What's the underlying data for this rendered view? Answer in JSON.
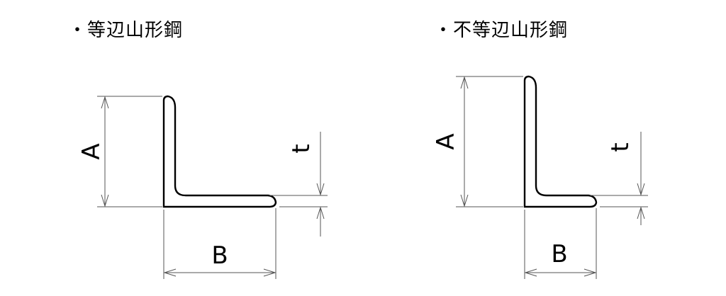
{
  "titles": {
    "equal_angle": "・等辺山形鋼",
    "unequal_angle": "・不等辺山形鋼"
  },
  "labels": {
    "height": "A",
    "width": "B",
    "thickness": "t"
  },
  "colors": {
    "line": "#000000",
    "dimension_line": "#555555",
    "background": "#ffffff"
  }
}
